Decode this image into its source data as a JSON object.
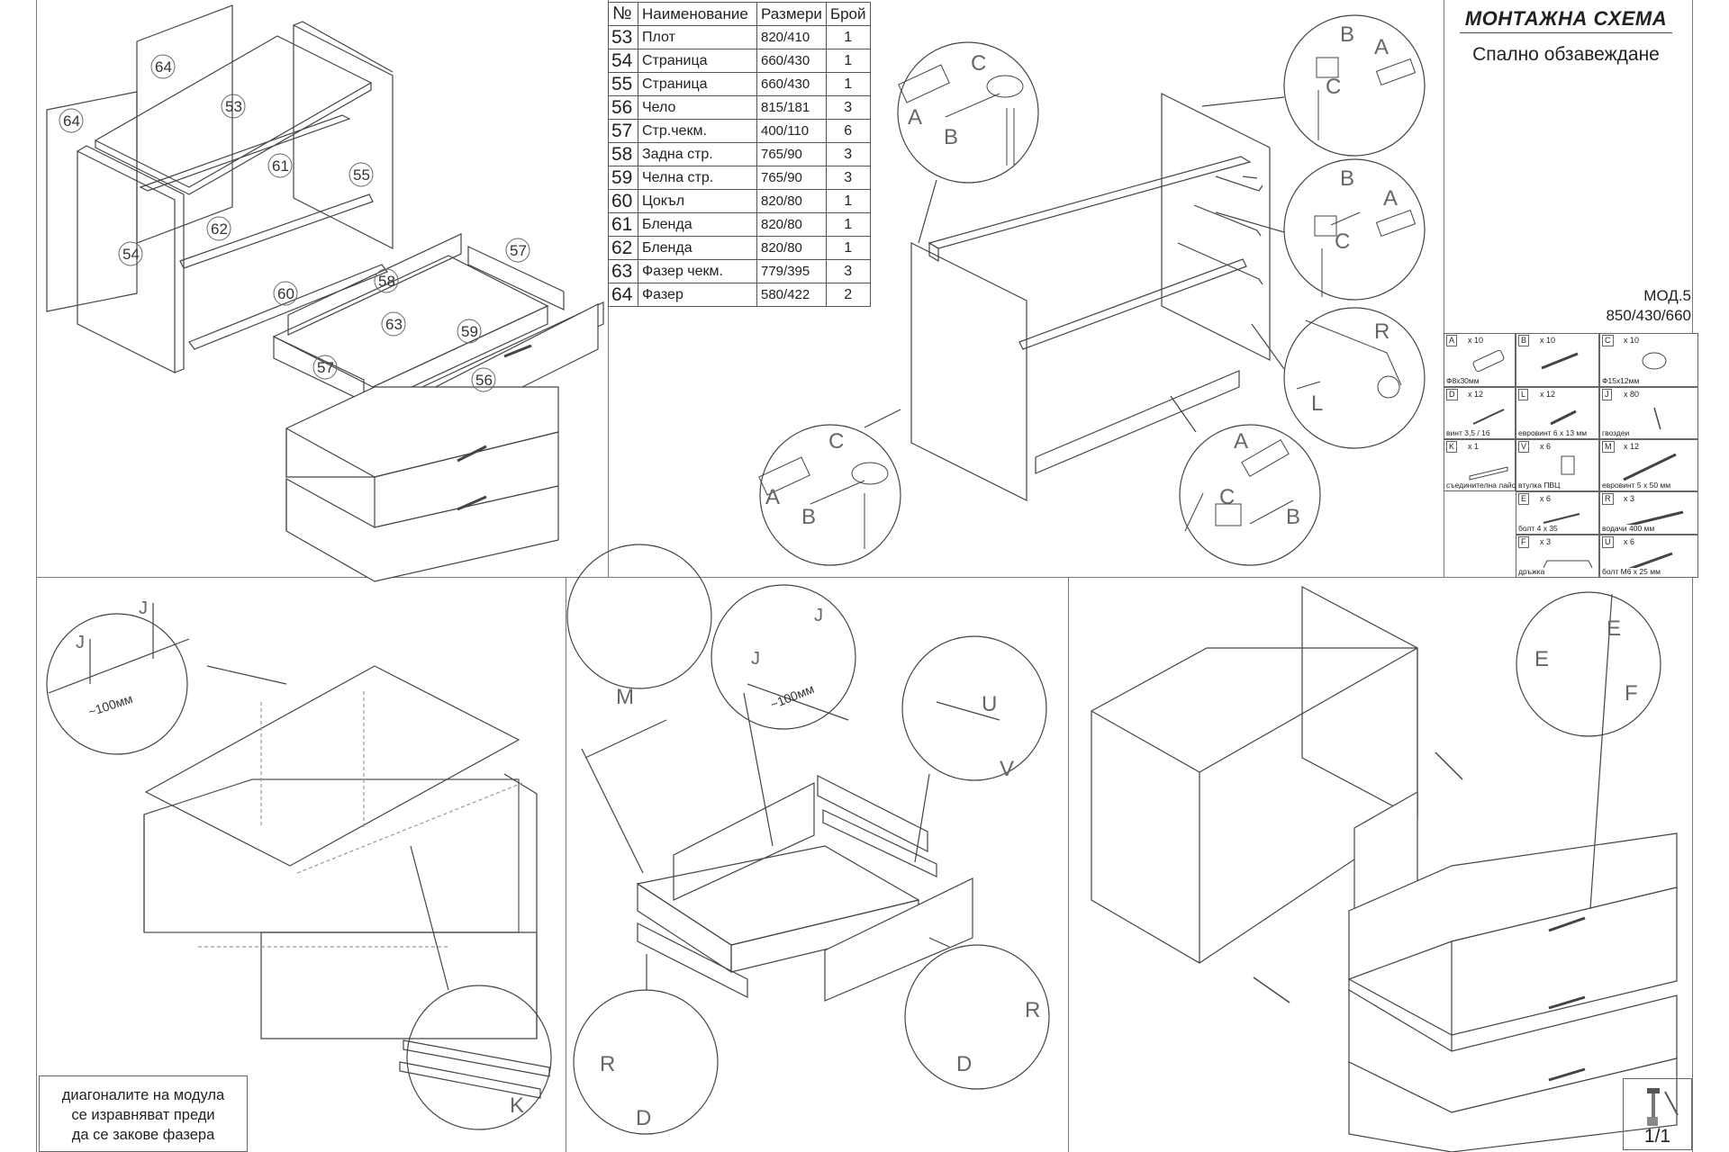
{
  "title": {
    "main": "МОНТАЖНА СХЕМА",
    "sub": "Спално обзавеждане"
  },
  "model": {
    "name": "МОД.5",
    "dims": "850/430/660"
  },
  "parts_table": {
    "headers": [
      "№",
      "Наименование",
      "Размери",
      "Брой"
    ],
    "rows": [
      {
        "no": "53",
        "name": "Плот",
        "size": "820/410",
        "qty": "1"
      },
      {
        "no": "54",
        "name": "Страница",
        "size": "660/430",
        "qty": "1"
      },
      {
        "no": "55",
        "name": "Страница",
        "size": "660/430",
        "qty": "1"
      },
      {
        "no": "56",
        "name": "Чело",
        "size": "815/181",
        "qty": "3"
      },
      {
        "no": "57",
        "name": "Стр.чекм.",
        "size": "400/110",
        "qty": "6"
      },
      {
        "no": "58",
        "name": "Задна стр.",
        "size": "765/90",
        "qty": "3"
      },
      {
        "no": "59",
        "name": "Челна стр.",
        "size": "765/90",
        "qty": "3"
      },
      {
        "no": "60",
        "name": "Цокъл",
        "size": "820/80",
        "qty": "1"
      },
      {
        "no": "61",
        "name": "Бленда",
        "size": "820/80",
        "qty": "1"
      },
      {
        "no": "62",
        "name": "Бленда",
        "size": "820/80",
        "qty": "1"
      },
      {
        "no": "63",
        "name": "Фазер чекм.",
        "size": "779/395",
        "qty": "3"
      },
      {
        "no": "64",
        "name": "Фазер",
        "size": "580/422",
        "qty": "2"
      }
    ]
  },
  "hardware": [
    {
      "code": "A",
      "count": "x 10",
      "name": "Ф8x30мм",
      "icon": "dowel-icon"
    },
    {
      "code": "B",
      "count": "x 10",
      "name": "",
      "icon": "cam-bolt-icon"
    },
    {
      "code": "C",
      "count": "x 10",
      "name": "Ф15x12мм",
      "icon": "cam-lock-icon"
    },
    {
      "code": "D",
      "count": "x 12",
      "name": "винт 3,5 / 16",
      "icon": "screw-icon"
    },
    {
      "code": "L",
      "count": "x 12",
      "name": "евровинт 6 x 13 мм",
      "icon": "euro-screw-icon"
    },
    {
      "code": "J",
      "count": "x 80",
      "name": "гвоздеи",
      "icon": "nail-icon"
    },
    {
      "code": "K",
      "count": "x 1",
      "name": "съединителна лайсна",
      "icon": "joining-strip-icon"
    },
    {
      "code": "V",
      "count": "x 6",
      "name": "втулка ПВЦ",
      "icon": "pvc-sleeve-icon"
    },
    {
      "code": "M",
      "count": "x 12",
      "name": "евровинт 5 x 50 мм",
      "icon": "long-euro-screw-icon"
    },
    {
      "code": "E",
      "count": "x 6",
      "name": "болт 4 x 35",
      "icon": "bolt-icon"
    },
    {
      "code": "R",
      "count": "x 3",
      "name": "водачи 400 мм",
      "icon": "drawer-runner-icon"
    },
    {
      "code": "F",
      "count": "x 3",
      "name": "дръжка",
      "icon": "handle-icon"
    },
    {
      "code": "U",
      "count": "x 6",
      "name": "болт М6 x 25 мм",
      "icon": "m6-bolt-icon"
    }
  ],
  "exploded_labels": [
    "64",
    "53",
    "64",
    "61",
    "55",
    "62",
    "54",
    "60",
    "58",
    "57",
    "63",
    "59",
    "57",
    "56"
  ],
  "callout_letters": {
    "top_right_1": [
      "A",
      "B",
      "C"
    ],
    "top_right_2": [
      "B",
      "A",
      "C"
    ],
    "runner": [
      "R",
      "L"
    ],
    "left_cam": [
      "A",
      "B",
      "C"
    ],
    "bottom_cam": [
      "A",
      "C",
      "B"
    ],
    "top_center_cam": [
      "A",
      "B",
      "C"
    ],
    "nail_left": [
      "J",
      "J"
    ],
    "nail_mid": [
      "J",
      "J"
    ],
    "screw_m": [
      "M"
    ],
    "screw_u": [
      "U",
      "V"
    ],
    "handle": [
      "E",
      "E",
      "F"
    ],
    "runner_r1": [
      "R",
      "D"
    ],
    "runner_r2": [
      "R",
      "D"
    ],
    "strip": [
      "K"
    ]
  },
  "spacing_label": "~100мм",
  "note": {
    "line1": "диагоналите на модула",
    "line2": "се изравняват преди",
    "line3": "да се закове фазера"
  },
  "page": "1/1"
}
